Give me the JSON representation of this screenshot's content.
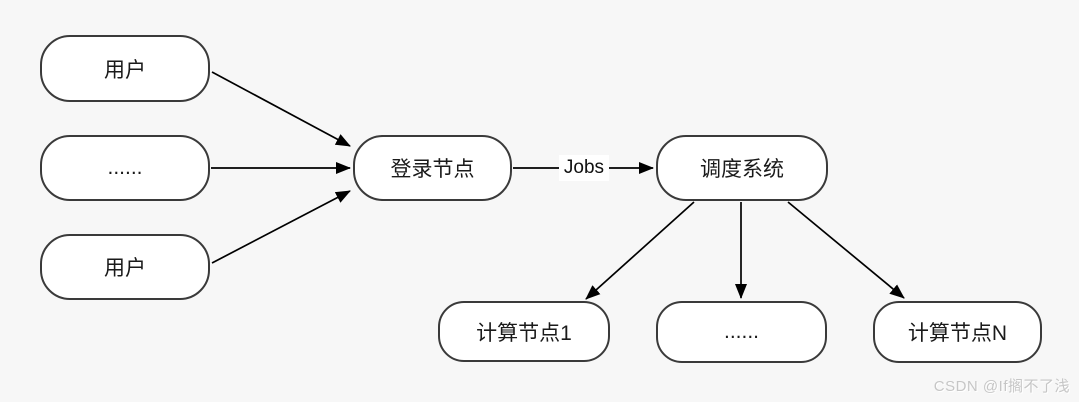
{
  "diagram": {
    "title_hint": "cluster-scheduling-flow",
    "colors": {
      "background": "#f7f7f7",
      "node_fill": "#ffffff",
      "node_border": "#3a3a3a",
      "arrow": "#000000",
      "watermark": "#c6c6c6"
    },
    "nodes": [
      {
        "id": "user-top",
        "label": "用户"
      },
      {
        "id": "user-ellipsis",
        "label": "......"
      },
      {
        "id": "user-bottom",
        "label": "用户"
      },
      {
        "id": "login-node",
        "label": "登录节点"
      },
      {
        "id": "scheduler",
        "label": "调度系统"
      },
      {
        "id": "compute-node-1",
        "label": "计算节点1"
      },
      {
        "id": "compute-ellipsis",
        "label": "......"
      },
      {
        "id": "compute-node-n",
        "label": "计算节点N"
      }
    ],
    "edges": {
      "jobs_label": "Jobs"
    }
  },
  "watermark": {
    "text": "CSDN @If搁不了浅"
  }
}
